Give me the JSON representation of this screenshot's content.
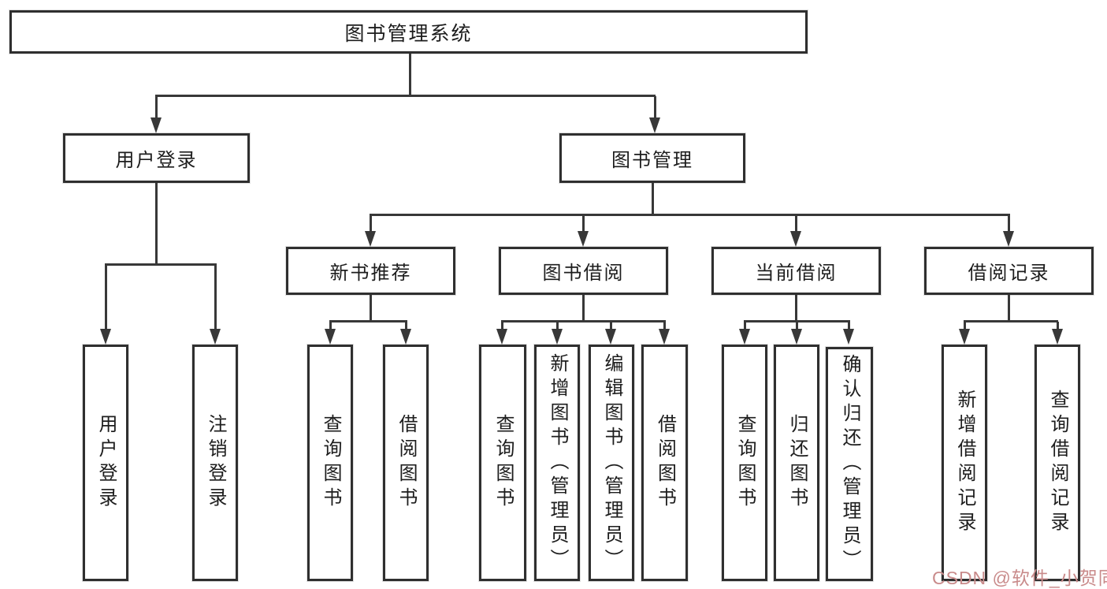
{
  "page": {
    "background": "#ffffff",
    "line_color": "#383838",
    "box_border_color": "#2f2f2f",
    "text_color": "#1d1d1d"
  },
  "watermark": {
    "text": "CSDN @软件_小贺同学",
    "color": "#c98b8b"
  },
  "tree": {
    "label": "图书管理系统",
    "children": [
      {
        "label": "用户登录",
        "children": [
          {
            "label": "用户登录"
          },
          {
            "label": "注销登录"
          }
        ]
      },
      {
        "label": "图书管理",
        "children": [
          {
            "label": "新书推荐",
            "children": [
              {
                "label": "查询图书"
              },
              {
                "label": "借阅图书"
              }
            ]
          },
          {
            "label": "图书借阅",
            "children": [
              {
                "label": "查询图书"
              },
              {
                "label": "新增图书（管理员）"
              },
              {
                "label": "编辑图书（管理员）"
              },
              {
                "label": "借阅图书"
              }
            ]
          },
          {
            "label": "当前借阅",
            "children": [
              {
                "label": "查询图书"
              },
              {
                "label": "归还图书"
              },
              {
                "label": "确认归还（管理员）"
              }
            ]
          },
          {
            "label": "借阅记录",
            "children": [
              {
                "label": "新增借阅记录"
              },
              {
                "label": "查询借阅记录"
              }
            ]
          }
        ]
      }
    ]
  }
}
